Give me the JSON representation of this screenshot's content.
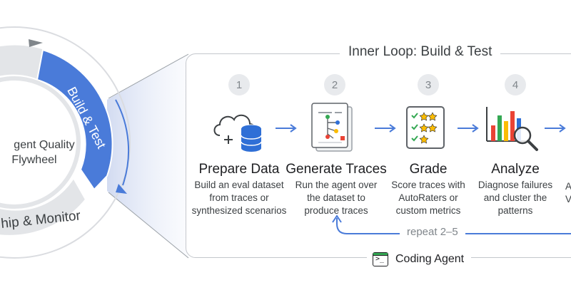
{
  "flywheel": {
    "center_label_line1": "gent Quality",
    "center_label_line2": "Flywheel",
    "build_test_label": "Build & Test",
    "ship_monitor_label": "hip & Monitor"
  },
  "inner_loop": {
    "title": "Inner Loop: Build & Test",
    "repeat_label": "repeat 2–5",
    "coding_agent_label": "Coding Agent",
    "steps": [
      {
        "number": "1",
        "title": "Prepare Data",
        "desc": [
          "Build an eval dataset",
          "from traces or",
          "synthesized scenarios"
        ],
        "icon": "cloud-database-icon"
      },
      {
        "number": "2",
        "title": "Generate Traces",
        "desc": [
          "Run the agent over",
          "the dataset to",
          "produce traces"
        ],
        "icon": "trace-document-icon"
      },
      {
        "number": "3",
        "title": "Grade",
        "desc": [
          "Score traces with",
          "AutoRaters or",
          "custom metrics"
        ],
        "icon": "star-rating-icon"
      },
      {
        "number": "4",
        "title": "Analyze",
        "desc": [
          "Diagnose failures",
          "and cluster the",
          "patterns"
        ],
        "icon": "bar-chart-magnifier-icon"
      }
    ]
  },
  "colors": {
    "accent_blue": "#4a7bd9",
    "arc_gray": "#e3e5e8",
    "panel_border": "#c4c7cc",
    "icon_blue": "#2f6fd6"
  }
}
